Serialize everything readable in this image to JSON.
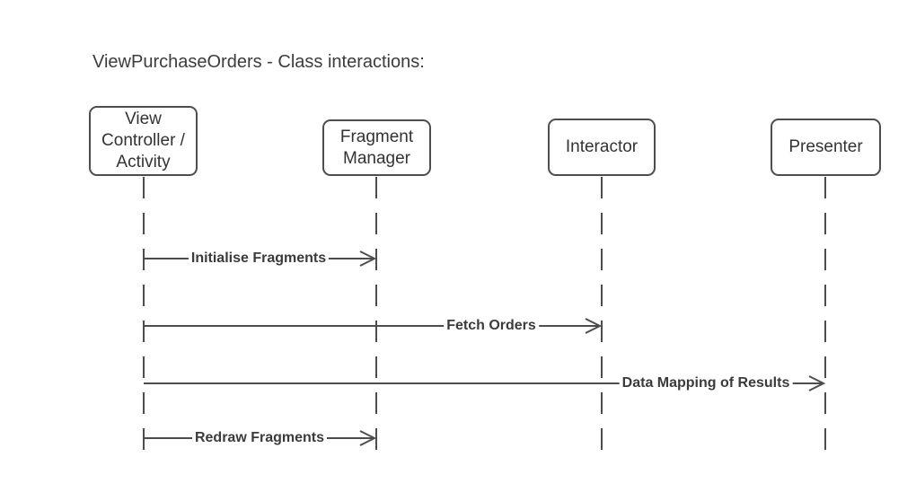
{
  "title": "ViewPurchaseOrders - Class interactions:",
  "colors": {
    "stroke": "#4d4d4d",
    "text": "#333333",
    "background": "#ffffff"
  },
  "actors": [
    {
      "id": "view-controller",
      "label": "View\nController /\nActivity"
    },
    {
      "id": "fragment-manager",
      "label": "Fragment\nManager"
    },
    {
      "id": "interactor",
      "label": "Interactor"
    },
    {
      "id": "presenter",
      "label": "Presenter"
    }
  ],
  "messages": [
    {
      "label": "Initialise Fragments",
      "from": "view-controller",
      "to": "fragment-manager"
    },
    {
      "label": "Fetch Orders",
      "from": "view-controller",
      "to": "interactor"
    },
    {
      "label": "Data Mapping of Results",
      "from": "view-controller",
      "to": "presenter"
    },
    {
      "label": "Redraw Fragments",
      "from": "view-controller",
      "to": "fragment-manager"
    }
  ]
}
